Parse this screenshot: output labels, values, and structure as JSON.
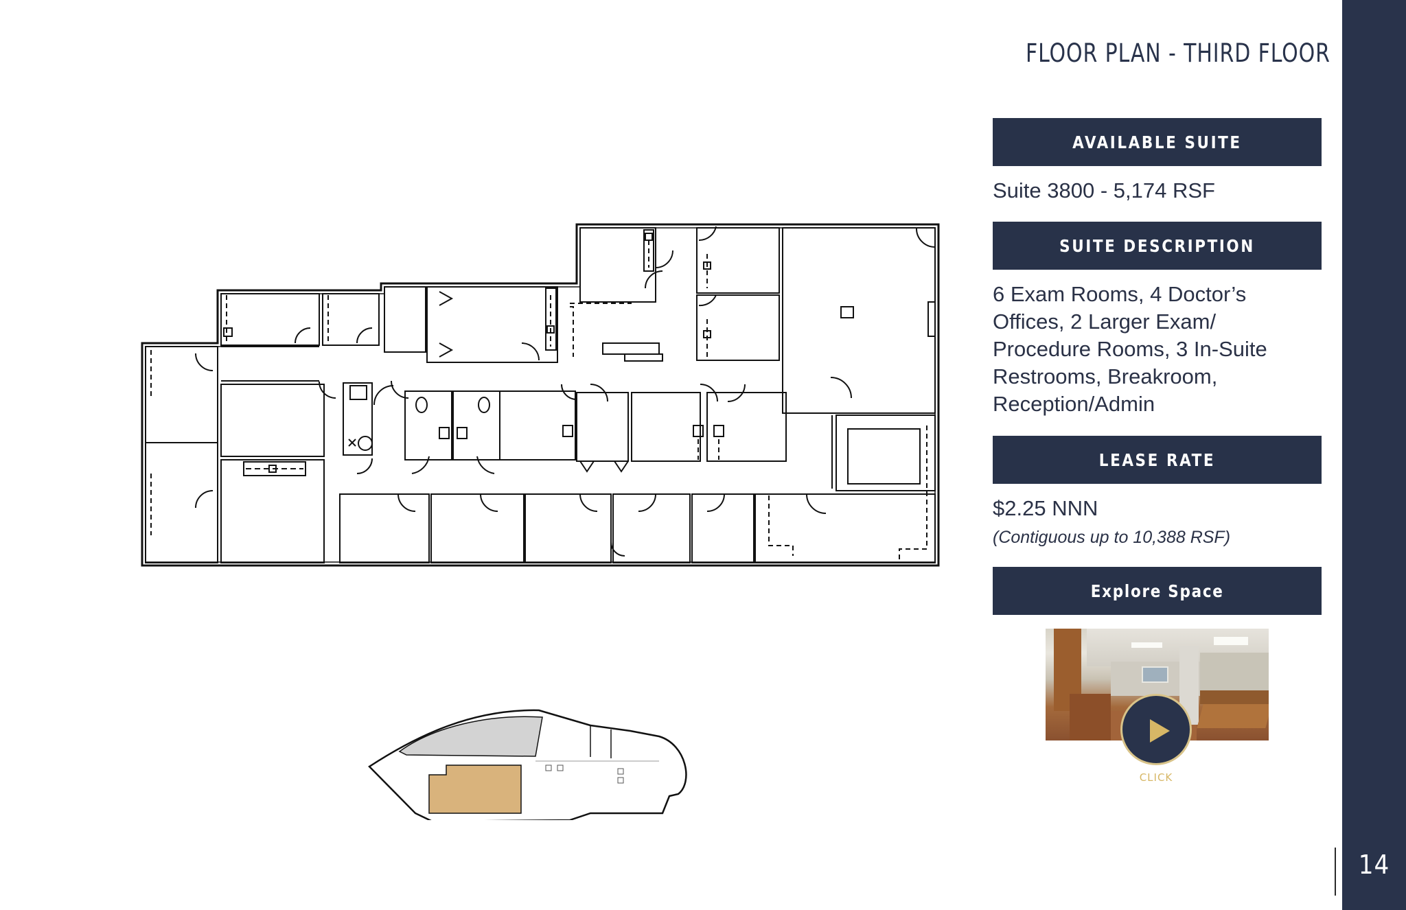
{
  "page": {
    "title": "FLOOR PLAN - THIRD FLOOR",
    "page_number": "14"
  },
  "available_suite": {
    "heading": "AVAILABLE SUITE",
    "value": "Suite 3800 - 5,174 RSF"
  },
  "suite_description": {
    "heading": "SUITE DESCRIPTION",
    "lines": [
      "6 Exam Rooms, 4 Doctor’s",
      "Offices, 2 Larger Exam/",
      "Procedure Rooms, 3 In-Suite",
      "Restrooms, Breakroom,",
      "Reception/Admin"
    ]
  },
  "lease_rate": {
    "heading": "LEASE RATE",
    "value": "$2.25 NNN",
    "note": "(Contiguous up to 10,388 RSF)"
  },
  "explore": {
    "button_label": "Explore Space",
    "thumbnail": "virtual-tour-office-interior",
    "play_icon": "play-icon",
    "click_label": "CLICK"
  },
  "colors": {
    "navy": "#29334b",
    "banner": "#283249",
    "gold": "#d7b766",
    "suite_highlight": "#d9b37c",
    "other_tenant": "#d3d3d3",
    "text": "#2a3146"
  },
  "floorplan": {
    "label": "suite-3800-floor-plan-drawing"
  },
  "keyplan": {
    "label": "third-floor-key-plan",
    "highlighted_suite": "Suite 3800"
  }
}
